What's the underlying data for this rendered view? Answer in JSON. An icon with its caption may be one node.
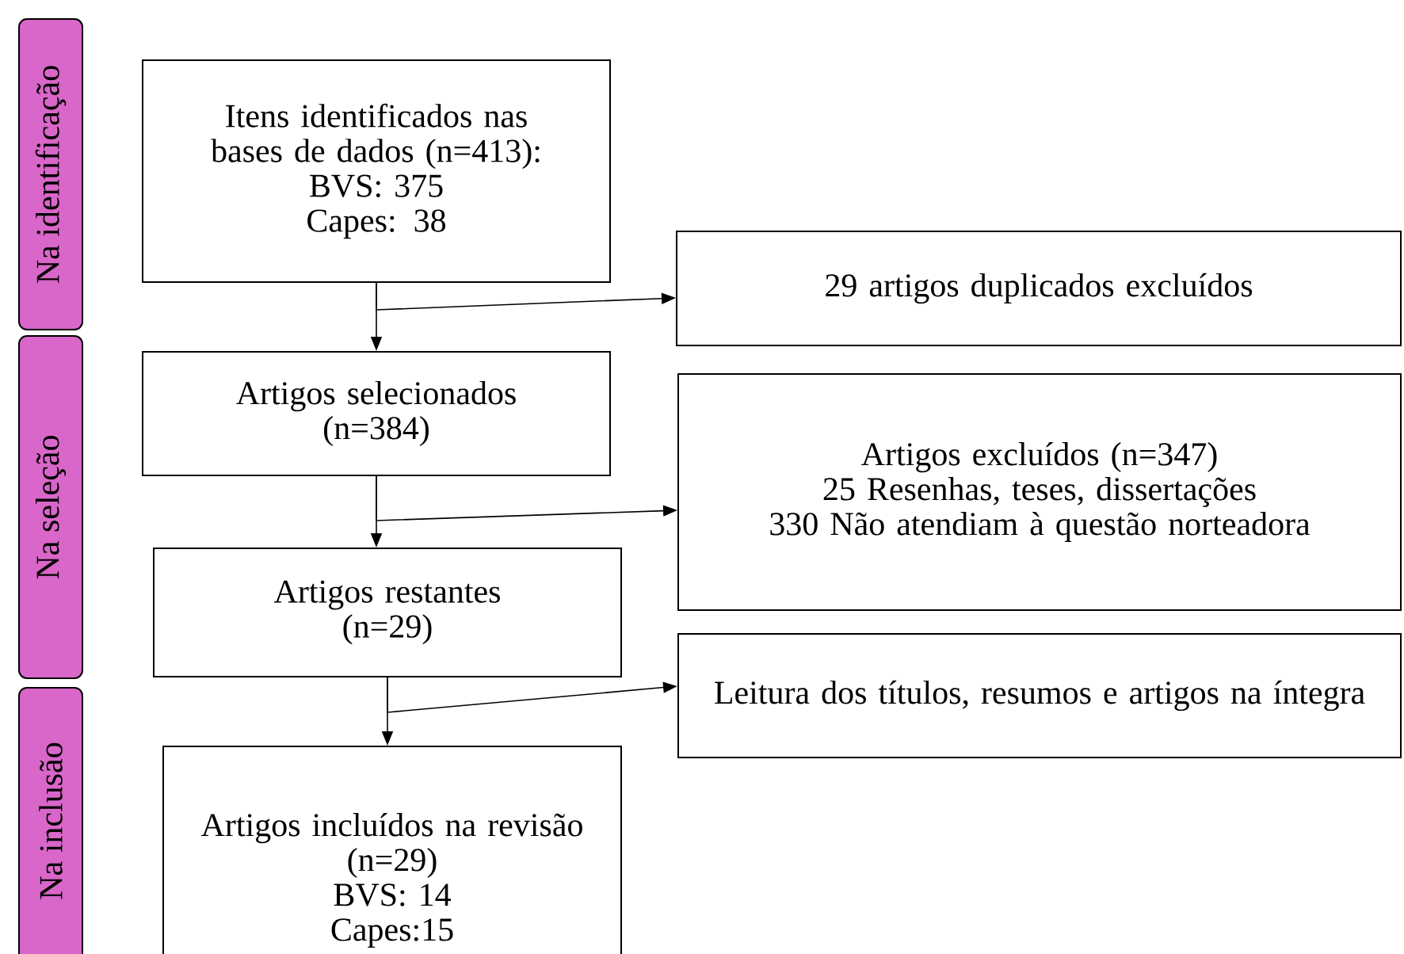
{
  "diagram": {
    "nodes": [
      {
        "text": [
          "Na identificação"
        ]
      },
      {
        "text": [
          "Na seleção"
        ]
      },
      {
        "text": [
          "Na inclusão"
        ]
      },
      {
        "text": [
          "Itens identificados nas bases de dados (n=413):",
          "BVS: 375",
          "Capes: 38"
        ]
      },
      {
        "text": [
          "29 artigos duplicados excluídos"
        ]
      },
      {
        "text": [
          "Artigos selecionados",
          "(n=384)"
        ]
      },
      {
        "text": [
          "Artigos excluídos (n=347)",
          "25 Resenhas, teses, dissertações",
          "330 Não atendiam à questão norteadora"
        ]
      },
      {
        "text": [
          "Artigos restantes",
          "(n=29)"
        ]
      },
      {
        "text": [
          "Leitura dos títulos, resumos e artigos na íntegra"
        ]
      },
      {
        "text": [
          "Artigos incluídos na revisão",
          "(n=29)",
          "BVS: 14",
          "Capes:15"
        ]
      }
    ],
    "edges": [
      {
        "from": 3,
        "to": 4,
        "arrow": "to"
      },
      {
        "from": 3,
        "to": 5,
        "arrow": "to"
      },
      {
        "from": 5,
        "to": 6,
        "arrow": "to"
      },
      {
        "from": 5,
        "to": 7,
        "arrow": "to"
      },
      {
        "from": 7,
        "to": 8,
        "arrow": "to"
      },
      {
        "from": 7,
        "to": 9,
        "arrow": "to"
      }
    ]
  }
}
